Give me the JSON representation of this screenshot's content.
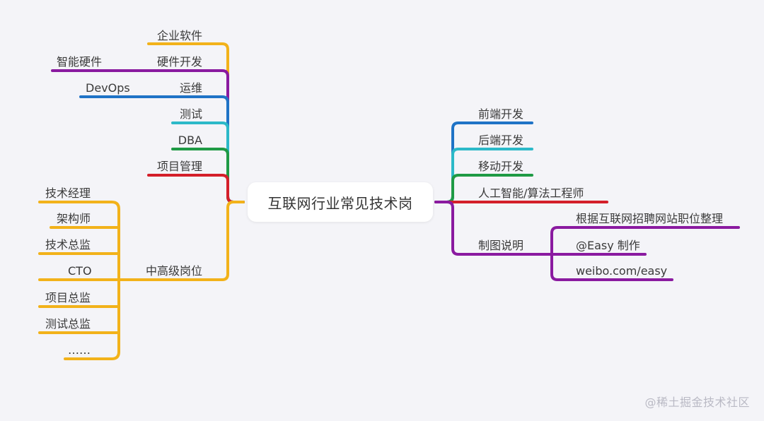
{
  "root": {
    "label": "互联网行业常见技术岗"
  },
  "left": {
    "enterprise": "企业软件",
    "hardware": "硬件开发",
    "smart_hardware": "智能硬件",
    "ops": "运维",
    "devops": "DevOps",
    "testing": "测试",
    "dba": "DBA",
    "pm": "项目管理",
    "senior": "中高级岗位",
    "senior_children": [
      "技术经理",
      "架构师",
      "技术总监",
      "CTO",
      "项目总监",
      "测试总监",
      "……"
    ]
  },
  "right": {
    "frontend": "前端开发",
    "backend": "后端开发",
    "mobile": "移动开发",
    "ai": "人工智能/算法工程师",
    "notes": "制图说明",
    "notes_children": [
      "根据互联网招聘网站职位整理",
      "@Easy 制作",
      "weibo.com/easy"
    ]
  },
  "colors": {
    "orange": "#f2b21a",
    "purple": "#8a1aa0",
    "blue": "#1f73c6",
    "cyan": "#2cb9c8",
    "green": "#1f9a45",
    "red": "#d41f2a"
  },
  "watermark": "@稀土掘金技术社区"
}
